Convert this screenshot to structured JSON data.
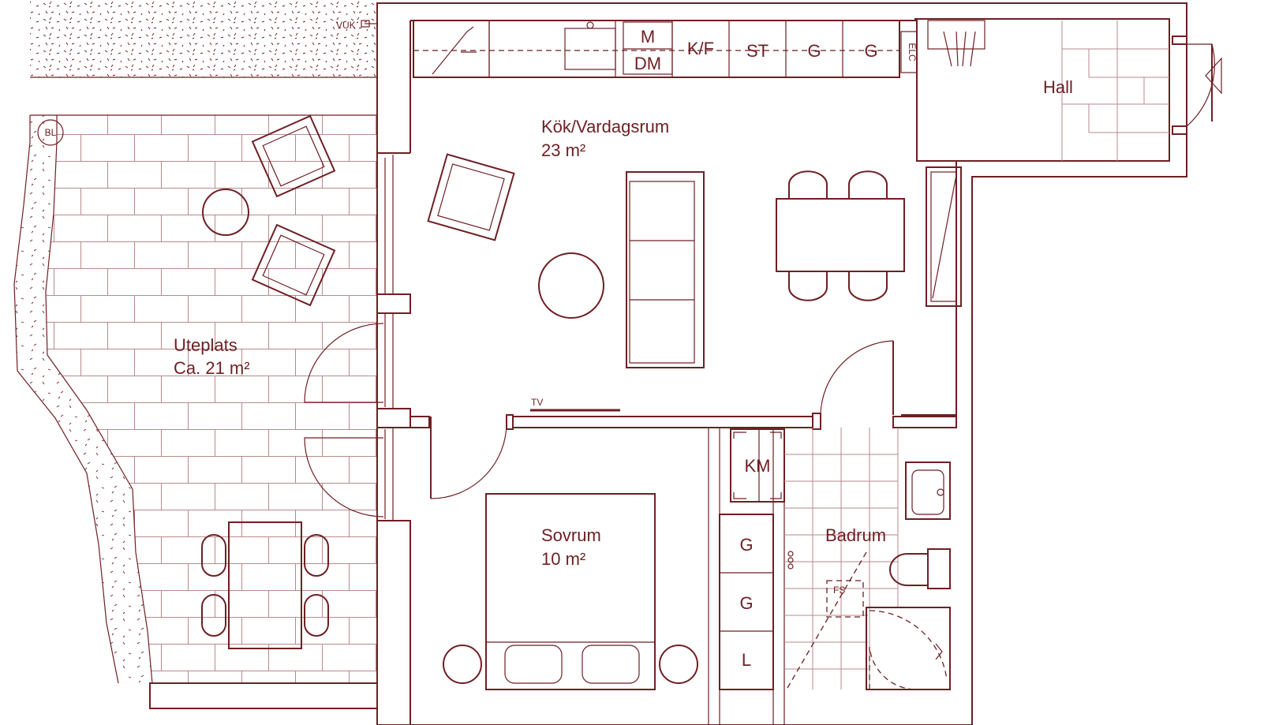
{
  "colors": {
    "line": "#6e1f23",
    "tile": "#b98a8c",
    "background": "#ffffff"
  },
  "rooms": {
    "kitchen_living": {
      "name": "Kök/Vardagsrum",
      "area": "23 m²"
    },
    "hall": {
      "name": "Hall"
    },
    "patio": {
      "name": "Uteplats",
      "area": "Ca. 21 m²"
    },
    "bedroom": {
      "name": "Sovrum",
      "area": "10 m²"
    },
    "bathroom": {
      "name": "Badrum"
    }
  },
  "fixtures": {
    "microwave": "M",
    "dishwasher": "DM",
    "fridge_freezer": "K/F",
    "stove": "ST",
    "wardrobe_1": "G",
    "wardrobe_2": "G",
    "electric_cabinet": "ELC",
    "bedroom_wardrobe_1": "G",
    "bedroom_wardrobe_2": "G",
    "linen_closet": "L",
    "washer": "KM",
    "floor_drain": "FS",
    "tv": "TV",
    "outdoor_tap": "VUK",
    "planter": "BL"
  }
}
